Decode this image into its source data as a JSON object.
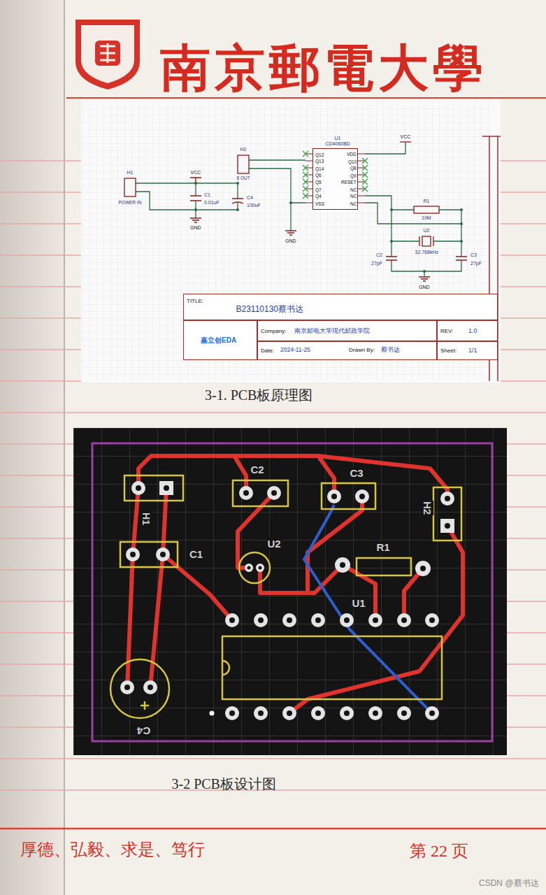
{
  "diagram": {
    "title": "南京郵電大學",
    "nodes": [
      {
        "text": [
          "U1",
          "CD4060BD",
          "Q12",
          "Q13",
          "Q14",
          "Q6",
          "Q5",
          "Q7",
          "Q4",
          "VSS",
          "VDD",
          "Q10",
          "Q8",
          "Q9",
          "RESET",
          "NC",
          "NC",
          "NC"
        ]
      },
      {
        "text": [
          "TITLE:",
          "B23110130蔡书达"
        ]
      },
      {
        "text": [
          "嘉立创EDA"
        ]
      },
      {
        "text": [
          "Company:",
          "南京邮电大学现代邮政学院"
        ]
      },
      {
        "text": [
          "REV:",
          "1.0"
        ]
      },
      {
        "text": [
          "Date:",
          "2024-11-25",
          "Drawn By:",
          "蔡书达"
        ]
      },
      {
        "text": [
          "Sheet:",
          "1/1"
        ]
      }
    ],
    "labels": [
      "H1",
      "POWER IN",
      "VCC",
      "C1",
      "0.01uF",
      "GND",
      "C4",
      "100uF",
      "H2",
      "8 OUT",
      "GND",
      "VCC",
      "R1",
      "10M",
      "U2",
      "32.768kHz",
      "C2",
      "27pF",
      "C3",
      "27pF",
      "GND",
      "3-1. PCB板原理图",
      "C2",
      "C3",
      "H2",
      "H1",
      "C1",
      "U2",
      "R1",
      "U1",
      "C4",
      "3-2 PCB板设计图",
      "厚德、弘毅、求是、笃行",
      "第 22 页",
      "CSDN @蔡书达"
    ]
  }
}
